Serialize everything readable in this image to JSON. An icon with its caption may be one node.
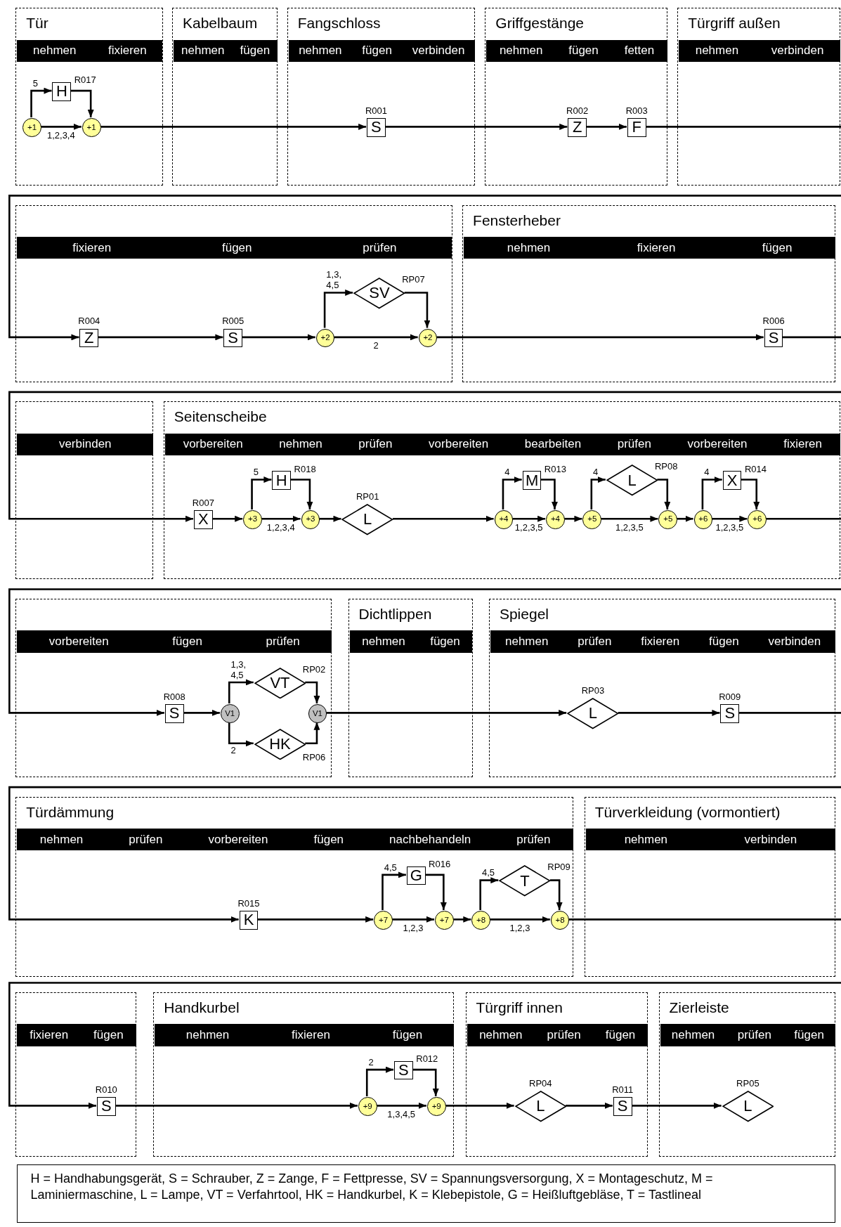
{
  "diagram": {
    "nodes": [
      {
        "text": [
          "Tür"
        ]
      },
      {
        "text": [
          "nehmen",
          "fixieren"
        ],
        "in": 0
      },
      {
        "text": [
          "+1"
        ],
        "in": 0
      },
      {
        "text": [
          "H"
        ],
        "in": 0,
        "beside": [
          "R017"
        ]
      },
      {
        "text": [
          "+1"
        ],
        "in": 0
      },
      {
        "text": [
          "Kabelbaum"
        ]
      },
      {
        "text": [
          "nehmen",
          "fügen"
        ],
        "in": 5
      },
      {
        "text": [
          "Fangschloss"
        ]
      },
      {
        "text": [
          "nehmen",
          "fügen",
          "verbinden"
        ],
        "in": 7
      },
      {
        "text": [
          "S"
        ],
        "in": 7,
        "beside": [
          "R001"
        ]
      },
      {
        "text": [
          "Griffgestänge"
        ]
      },
      {
        "text": [
          "nehmen",
          "fügen",
          "fetten"
        ],
        "in": 10
      },
      {
        "text": [
          "Z"
        ],
        "in": 10,
        "beside": [
          "R002"
        ]
      },
      {
        "text": [
          "F"
        ],
        "in": 10,
        "beside": [
          "R003"
        ]
      },
      {
        "text": [
          "Türgriff außen"
        ]
      },
      {
        "text": [
          "nehmen",
          "verbinden"
        ],
        "in": 14
      },
      {
        "text": [],
        "shape": "box"
      },
      {
        "text": [
          "fixieren",
          "fügen",
          "prüfen"
        ],
        "in": 16
      },
      {
        "text": [
          "Z"
        ],
        "in": 16,
        "beside": [
          "R004"
        ]
      },
      {
        "text": [
          "S"
        ],
        "in": 16,
        "beside": [
          "R005"
        ]
      },
      {
        "text": [
          "+2"
        ],
        "in": 16
      },
      {
        "text": [
          "SV"
        ],
        "in": 16,
        "beside": [
          "RP07"
        ]
      },
      {
        "text": [
          "+2"
        ],
        "in": 16
      },
      {
        "text": [
          "Fensterheber"
        ]
      },
      {
        "text": [
          "nehmen",
          "fixieren",
          "fügen"
        ],
        "in": 23
      },
      {
        "text": [
          "S"
        ],
        "in": 23,
        "beside": [
          "R006"
        ]
      },
      {
        "text": [],
        "shape": "box"
      },
      {
        "text": [
          "verbinden"
        ],
        "in": 26
      },
      {
        "text": [
          "Seitenscheibe"
        ]
      },
      {
        "text": [
          "vorbereiten",
          "nehmen",
          "prüfen",
          "vorbereiten",
          "bearbeiten",
          "prüfen",
          "vorbereiten",
          "fixieren"
        ],
        "in": 28
      },
      {
        "text": [
          "X"
        ],
        "in": 28,
        "beside": [
          "R007"
        ]
      },
      {
        "text": [
          "+3"
        ],
        "in": 28
      },
      {
        "text": [
          "H"
        ],
        "in": 28,
        "beside": [
          "R018"
        ]
      },
      {
        "text": [
          "+3"
        ],
        "in": 28
      },
      {
        "text": [
          "L"
        ],
        "in": 28,
        "beside": [
          "RP01"
        ]
      },
      {
        "text": [
          "+4"
        ],
        "in": 28
      },
      {
        "text": [
          "M"
        ],
        "in": 28,
        "beside": [
          "R013"
        ]
      },
      {
        "text": [
          "+4"
        ],
        "in": 28
      },
      {
        "text": [
          "+5"
        ],
        "in": 28
      },
      {
        "text": [
          "L"
        ],
        "in": 28,
        "beside": [
          "RP08"
        ]
      },
      {
        "text": [
          "+5"
        ],
        "in": 28
      },
      {
        "text": [
          "+6"
        ],
        "in": 28
      },
      {
        "text": [
          "X"
        ],
        "in": 28,
        "beside": [
          "R014"
        ]
      },
      {
        "text": [
          "+6"
        ],
        "in": 28
      },
      {
        "text": [],
        "shape": "box"
      },
      {
        "text": [
          "vorbereiten",
          "fügen",
          "prüfen"
        ],
        "in": 44
      },
      {
        "text": [
          "S"
        ],
        "in": 44,
        "beside": [
          "R008"
        ]
      },
      {
        "text": [
          "V1"
        ],
        "in": 44
      },
      {
        "text": [
          "VT"
        ],
        "in": 44,
        "beside": [
          "RP02"
        ]
      },
      {
        "text": [
          "HK"
        ],
        "in": 44,
        "beside": [
          "RP06"
        ]
      },
      {
        "text": [
          "V1"
        ],
        "in": 44
      },
      {
        "text": [
          "Dichtlippen"
        ]
      },
      {
        "text": [
          "nehmen",
          "fügen"
        ],
        "in": 51
      },
      {
        "text": [
          "Spiegel"
        ]
      },
      {
        "text": [
          "nehmen",
          "prüfen",
          "fixieren",
          "fügen",
          "verbinden"
        ],
        "in": 53
      },
      {
        "text": [
          "L"
        ],
        "in": 53,
        "beside": [
          "RP03"
        ]
      },
      {
        "text": [
          "S"
        ],
        "in": 53,
        "beside": [
          "R009"
        ]
      },
      {
        "text": [
          "Türdämmung"
        ]
      },
      {
        "text": [
          "nehmen",
          "prüfen",
          "vorbereiten",
          "fügen",
          "nachbehandeln",
          "prüfen"
        ],
        "in": 57
      },
      {
        "text": [
          "K"
        ],
        "in": 57,
        "beside": [
          "R015"
        ]
      },
      {
        "text": [
          "+7"
        ],
        "in": 57
      },
      {
        "text": [
          "G"
        ],
        "in": 57,
        "beside": [
          "R016"
        ]
      },
      {
        "text": [
          "+7"
        ],
        "in": 57
      },
      {
        "text": [
          "+8"
        ],
        "in": 57
      },
      {
        "text": [
          "T"
        ],
        "in": 57,
        "beside": [
          "RP09"
        ]
      },
      {
        "text": [
          "+8"
        ],
        "in": 57
      },
      {
        "text": [
          "Türverkleidung (vormontiert)"
        ]
      },
      {
        "text": [
          "nehmen",
          "verbinden"
        ],
        "in": 66
      },
      {
        "text": [],
        "shape": "box"
      },
      {
        "text": [
          "fixieren",
          "fügen"
        ],
        "in": 68
      },
      {
        "text": [
          "S"
        ],
        "in": 68,
        "beside": [
          "R010"
        ]
      },
      {
        "text": [
          "Handkurbel"
        ]
      },
      {
        "text": [
          "nehmen",
          "fixieren",
          "fügen"
        ],
        "in": 71
      },
      {
        "text": [
          "+9"
        ],
        "in": 71
      },
      {
        "text": [
          "S"
        ],
        "in": 71,
        "beside": [
          "R012"
        ]
      },
      {
        "text": [
          "+9"
        ],
        "in": 71
      },
      {
        "text": [
          "Türgriff innen"
        ]
      },
      {
        "text": [
          "nehmen",
          "prüfen",
          "fügen"
        ],
        "in": 76
      },
      {
        "text": [
          "L"
        ],
        "in": 76,
        "beside": [
          "RP04"
        ]
      },
      {
        "text": [
          "S"
        ],
        "in": 76,
        "beside": [
          "R011"
        ]
      },
      {
        "text": [
          "Zierleiste"
        ]
      },
      {
        "text": [
          "nehmen",
          "prüfen",
          "fügen"
        ],
        "in": 80
      },
      {
        "text": [
          "L"
        ],
        "in": 80,
        "beside": [
          "RP05"
        ]
      },
      {
        "text": [
          "H = Handhabungsgerät, S = Schrauber, Z = Zange, F = Fettpresse, SV = Spannungsversorgung, X = Montageschutz, M = Laminiermaschine, L = Lampe, VT = Verfahrtool, HK = Handkurbel, K = Klebepistole, G = Heißluftgebläse, T = Tastlineal"
        ]
      }
    ],
    "edges": [
      {
        "from": 2,
        "to": 3,
        "arrow": "to",
        "label": "5"
      },
      {
        "from": 3,
        "to": 4,
        "arrow": "to"
      },
      {
        "from": 2,
        "to": 4,
        "arrow": "to",
        "label": "1,2,3,4"
      },
      {
        "from": 4,
        "to": 9,
        "arrow": "to"
      },
      {
        "from": 9,
        "to": 12,
        "arrow": "to"
      },
      {
        "from": 12,
        "to": 13,
        "arrow": "to"
      },
      {
        "from": 13,
        "to": 18,
        "arrow": "to"
      },
      {
        "from": 18,
        "to": 19,
        "arrow": "to"
      },
      {
        "from": 19,
        "to": 20,
        "arrow": "to"
      },
      {
        "from": 20,
        "to": 21,
        "arrow": "to",
        "label": "1,3, 4,5"
      },
      {
        "from": 21,
        "to": 22,
        "arrow": "to"
      },
      {
        "from": 20,
        "to": 22,
        "arrow": "to",
        "label": "2"
      },
      {
        "from": 22,
        "to": 25,
        "arrow": "to"
      },
      {
        "from": 25,
        "to": 30,
        "arrow": "to"
      },
      {
        "from": 30,
        "to": 31,
        "arrow": "to"
      },
      {
        "from": 31,
        "to": 32,
        "arrow": "to",
        "label": "5"
      },
      {
        "from": 32,
        "to": 33,
        "arrow": "to"
      },
      {
        "from": 31,
        "to": 33,
        "arrow": "to",
        "label": "1,2,3,4"
      },
      {
        "from": 33,
        "to": 34,
        "arrow": "to"
      },
      {
        "from": 34,
        "to": 35,
        "arrow": "to"
      },
      {
        "from": 35,
        "to": 36,
        "arrow": "to",
        "label": "4"
      },
      {
        "from": 36,
        "to": 37,
        "arrow": "to"
      },
      {
        "from": 35,
        "to": 37,
        "arrow": "to",
        "label": "1,2,3,5"
      },
      {
        "from": 37,
        "to": 38,
        "arrow": "to"
      },
      {
        "from": 38,
        "to": 39,
        "arrow": "to",
        "label": "4"
      },
      {
        "from": 39,
        "to": 40,
        "arrow": "to"
      },
      {
        "from": 38,
        "to": 40,
        "arrow": "to",
        "label": "1,2,3,5"
      },
      {
        "from": 40,
        "to": 41,
        "arrow": "to"
      },
      {
        "from": 41,
        "to": 42,
        "arrow": "to",
        "label": "4"
      },
      {
        "from": 42,
        "to": 43,
        "arrow": "to"
      },
      {
        "from": 41,
        "to": 43,
        "arrow": "to",
        "label": "1,2,3,5"
      },
      {
        "from": 43,
        "to": 46,
        "arrow": "to"
      },
      {
        "from": 46,
        "to": 47,
        "arrow": "to"
      },
      {
        "from": 47,
        "to": 48,
        "arrow": "to",
        "label": "1,3, 4,5"
      },
      {
        "from": 48,
        "to": 50,
        "arrow": "to"
      },
      {
        "from": 47,
        "to": 49,
        "arrow": "to",
        "label": "2"
      },
      {
        "from": 49,
        "to": 50,
        "arrow": "to"
      },
      {
        "from": 50,
        "to": 55,
        "arrow": "to"
      },
      {
        "from": 55,
        "to": 56,
        "arrow": "to"
      },
      {
        "from": 56,
        "to": 59,
        "arrow": "to"
      },
      {
        "from": 59,
        "to": 60,
        "arrow": "to"
      },
      {
        "from": 60,
        "to": 61,
        "arrow": "to",
        "label": "4,5"
      },
      {
        "from": 61,
        "to": 62,
        "arrow": "to"
      },
      {
        "from": 60,
        "to": 62,
        "arrow": "to",
        "label": "1,2,3"
      },
      {
        "from": 62,
        "to": 63,
        "arrow": "to"
      },
      {
        "from": 63,
        "to": 64,
        "arrow": "to",
        "label": "4,5"
      },
      {
        "from": 64,
        "to": 65,
        "arrow": "to"
      },
      {
        "from": 63,
        "to": 65,
        "arrow": "to",
        "label": "1,2,3"
      },
      {
        "from": 65,
        "to": 70,
        "arrow": "to"
      },
      {
        "from": 70,
        "to": 73,
        "arrow": "to"
      },
      {
        "from": 73,
        "to": 74,
        "arrow": "to",
        "label": "2"
      },
      {
        "from": 74,
        "to": 75,
        "arrow": "to"
      },
      {
        "from": 73,
        "to": 75,
        "arrow": "to",
        "label": "1,3,4,5"
      },
      {
        "from": 75,
        "to": 78,
        "arrow": "to"
      },
      {
        "from": 78,
        "to": 79,
        "arrow": "to"
      },
      {
        "from": 79,
        "to": 82,
        "arrow": "to"
      }
    ]
  }
}
